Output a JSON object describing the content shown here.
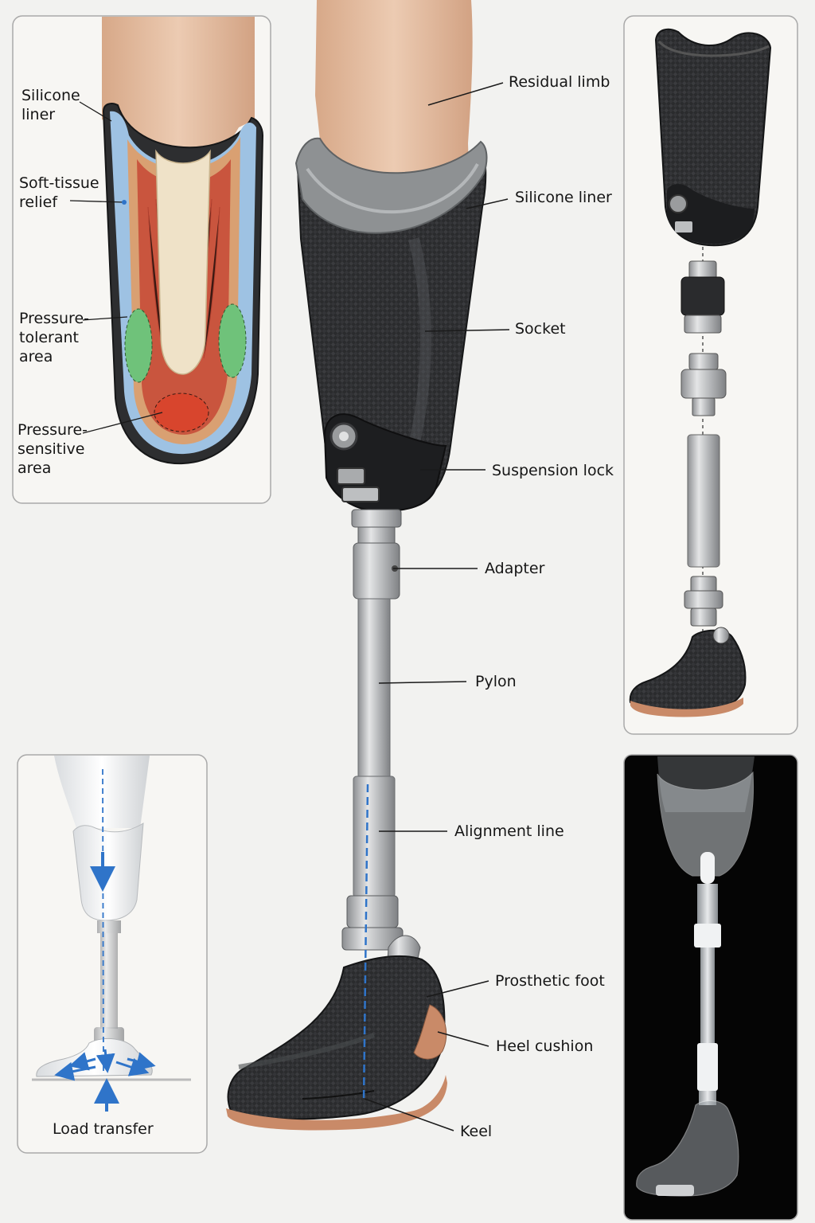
{
  "labels": {
    "residual_limb": "Residual limb",
    "silicone_liner": "Silicone liner",
    "socket": "Socket",
    "suspension_lock": "Suspension lock",
    "adapter": "Adapter",
    "pylon": "Pylon",
    "alignment_line": "Alignment line",
    "prosthetic_foot": "Prosthetic foot",
    "heel_cushion": "Heel cushion",
    "keel": "Keel"
  },
  "inset_cross_section": {
    "silicone_liner": "Silicone\nliner",
    "soft_tissue_relief": "Soft-tissue\nrelief",
    "pressure_tolerant": "Pressure-\ntolerant\narea",
    "pressure_sensitive": "Pressure-\nsensitive\narea"
  },
  "inset_load": {
    "caption": "Load transfer"
  },
  "colors": {
    "carbon": "#2b2c2e",
    "skin": "#e6bfa4",
    "steel": "#b7b9bb",
    "liner_blue": "#9ec2e3",
    "tolerant_green": "#6fc27a",
    "sensitive_red": "#d8452d",
    "alignment_blue": "#2f74c9",
    "heel_copper": "#c98a68"
  }
}
